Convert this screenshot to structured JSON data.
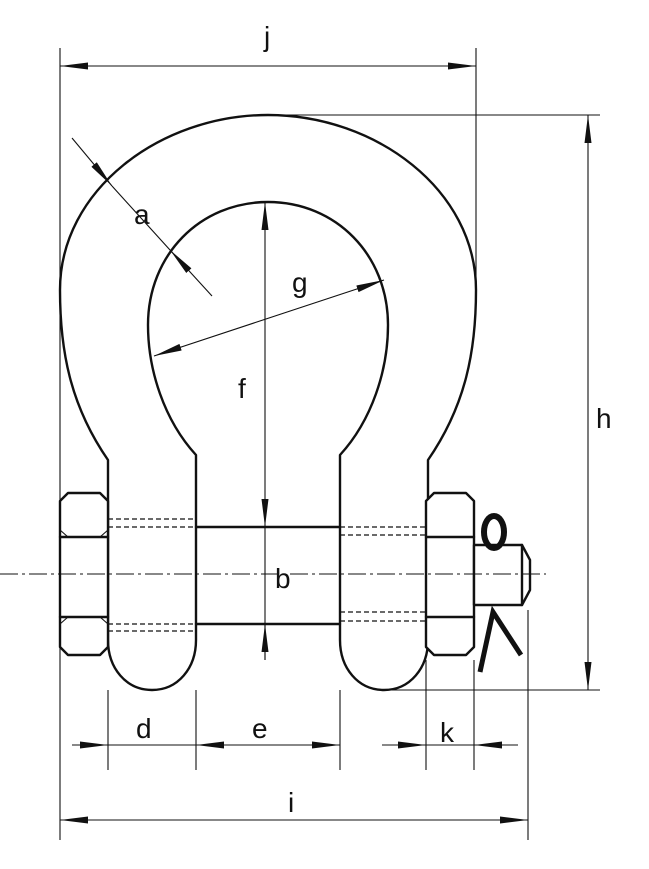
{
  "labels": {
    "a": "a",
    "b": "b",
    "d": "d",
    "e": "e",
    "f": "f",
    "g": "g",
    "h": "h",
    "i": "i",
    "j": "j",
    "k": "k"
  }
}
